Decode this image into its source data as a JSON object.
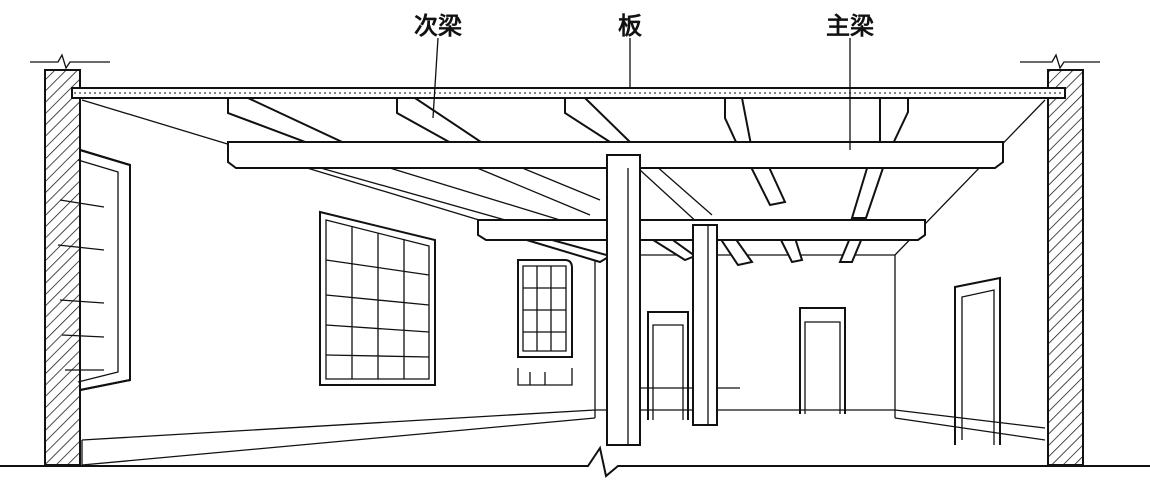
{
  "labels": {
    "secondary_beam": "次梁",
    "slab": "板",
    "main_beam": "主梁"
  }
}
